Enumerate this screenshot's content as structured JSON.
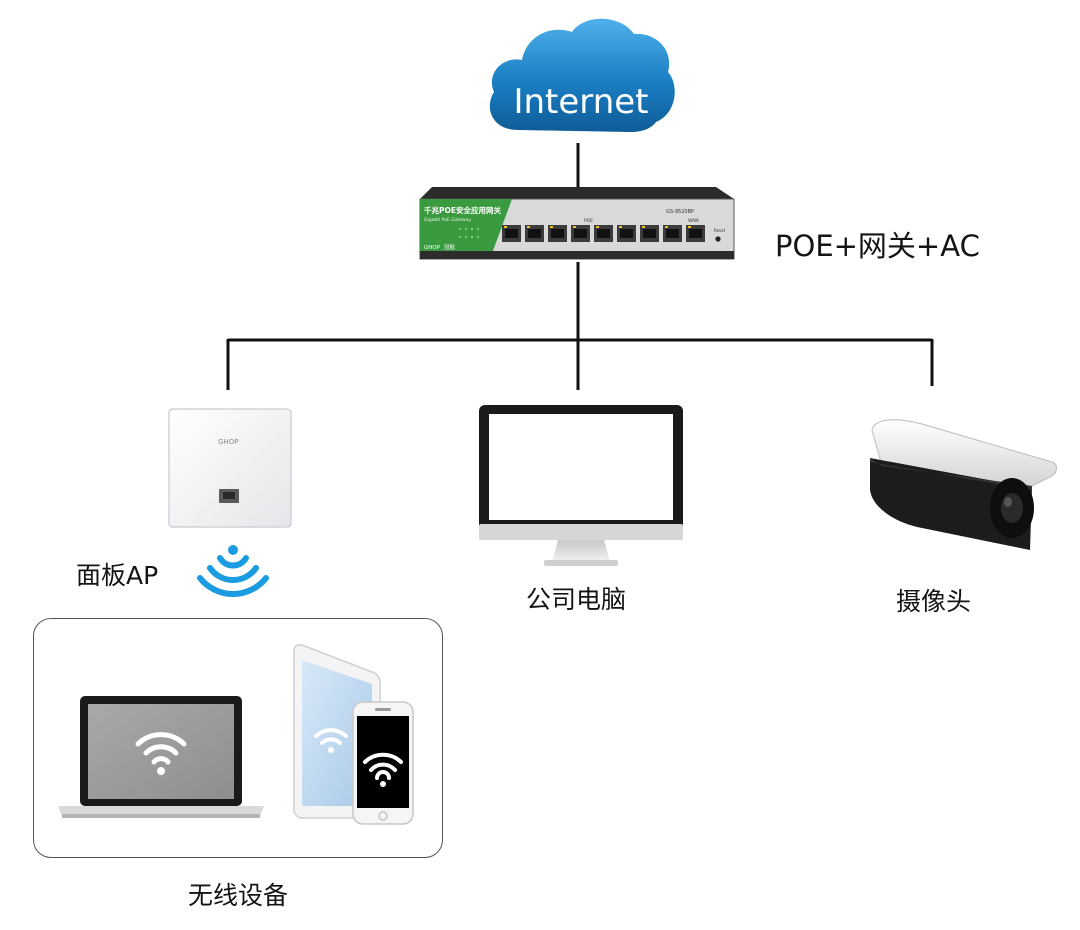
{
  "cloud": {
    "label": "Internet"
  },
  "switch": {
    "label": "POE+网关+AC",
    "brand_text": "千兆POE安全应用网关",
    "sub_text": "Gigabit PoE Gateway",
    "model": "GS-9520BP",
    "logo": "GHOP",
    "logo_cn": "冠航",
    "port_group_label": "POE",
    "uplink_label": "WAN",
    "reset_label": "Reset",
    "poe_port_count": 8
  },
  "devices": {
    "panel_ap": {
      "label": "面板AP",
      "logo": "GHOP"
    },
    "computer": {
      "label": "公司电脑"
    },
    "camera": {
      "label": "摄像头"
    }
  },
  "wireless_group": {
    "label": "无线设备"
  },
  "colors": {
    "cloud_blue": "#1a7fc4",
    "wifi_blue": "#1b9be0",
    "switch_green": "#3a9a3f",
    "line": "#111111"
  },
  "icons": [
    "cloud-icon",
    "switch-icon",
    "panel-ap-icon",
    "wifi-signal-icon",
    "monitor-icon",
    "camera-icon",
    "laptop-icon",
    "tablet-icon",
    "phone-icon"
  ]
}
